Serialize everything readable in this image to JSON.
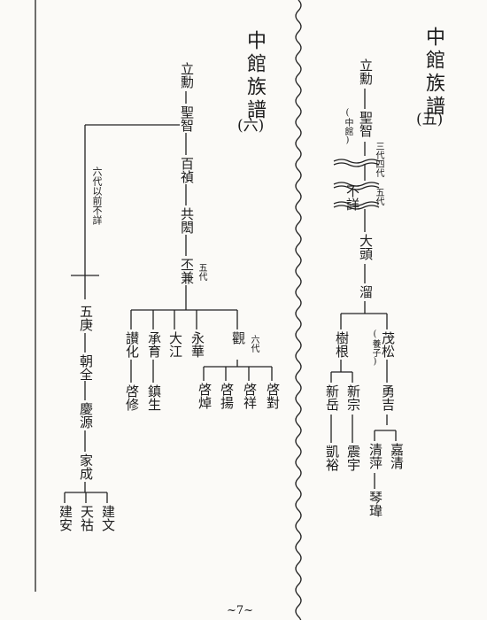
{
  "titles": {
    "left": "中館族譜",
    "right": "中館族譜"
  },
  "sections": {
    "left": "(六)",
    "right": "(五)"
  },
  "page_number": "~7~",
  "left_tree": {
    "line_main": [
      "立勳",
      "聖智",
      "百禎",
      "共閎",
      "丕兼"
    ],
    "gen_note_5": "五代",
    "gen_note_6": "六代",
    "branches": [
      "讃化",
      "承育",
      "大江",
      "永華",
      "觀"
    ],
    "sons_zanhua": "啓修",
    "sons_chengyu": "鎮生",
    "sons_guan": [
      "啓焯",
      "啓揚",
      "啓祥",
      "啓對"
    ],
    "side_note": "六代以前不詳",
    "side_line": [
      "五庚",
      "朝全",
      "慶源",
      "家成"
    ],
    "sons_jiacheng": [
      "建安",
      "天祜",
      "建文"
    ]
  },
  "right_tree": {
    "line_main": [
      "立勳",
      "聖智"
    ],
    "zhongguan_note": "(中館)",
    "gen_34": "三代四代",
    "wu_dai": "五代",
    "buxiang": "不詳",
    "line_after": [
      "大頭",
      "溜"
    ],
    "branches": [
      "樹根",
      "茂松"
    ],
    "yangzi_note": "(養子)",
    "shugen_sons": [
      "新岳",
      "新宗"
    ],
    "xinyue_son": "凱裕",
    "xinzong_son": "震宇",
    "yongji": "勇吉",
    "yongji_sons": [
      "清萍",
      "嘉清"
    ],
    "qingping_son": "琴瑋"
  }
}
